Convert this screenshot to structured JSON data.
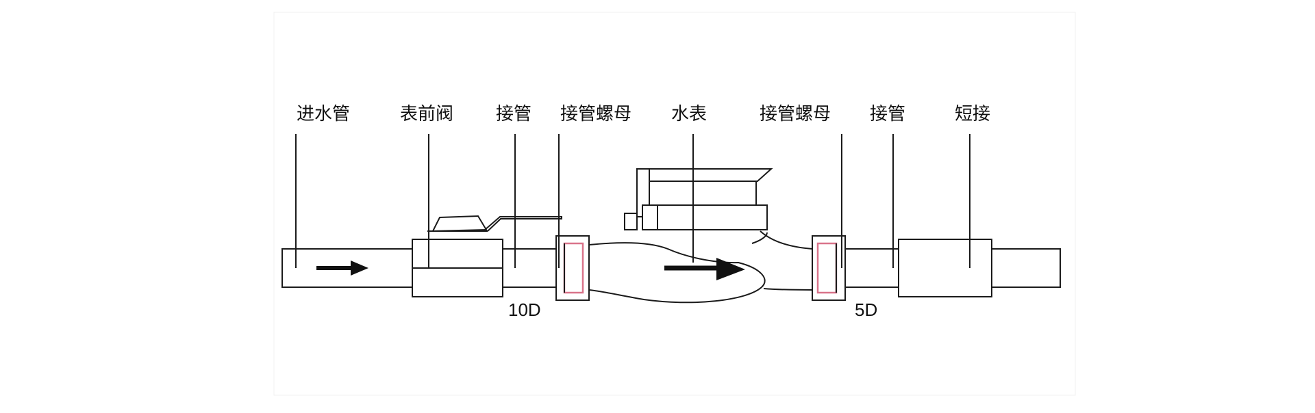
{
  "labels": {
    "inlet_pipe": "进水管",
    "front_valve": "表前阀",
    "connector_1": "接管",
    "connector_nut_1": "接管螺母",
    "water_meter": "水表",
    "connector_nut_2": "接管螺母",
    "connector_2": "接管",
    "short_joint": "短接"
  },
  "dimensions": {
    "upstream": "10D",
    "downstream": "5D"
  },
  "colors": {
    "line": "#1a1a1a",
    "nut_highlight": "#d9738a",
    "arrow": "#111111"
  }
}
